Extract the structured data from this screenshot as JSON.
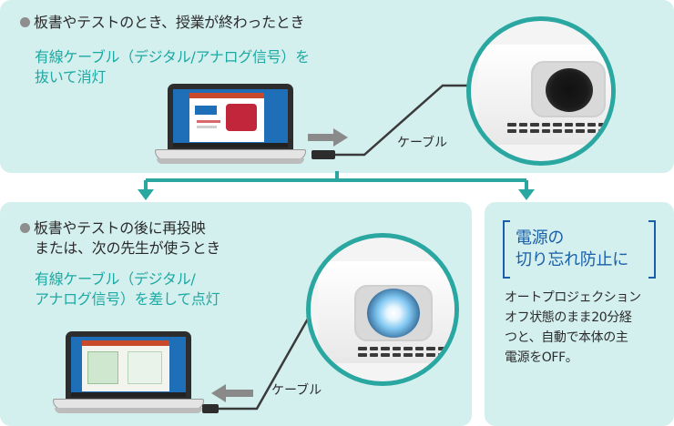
{
  "top": {
    "title": "板書やテストのとき、授業が終わったとき",
    "accent_line1": "有線ケーブル（デジタル/アナログ信号）を",
    "accent_line2": "抜いて消灯",
    "cable_label": "ケーブル",
    "lens_state": "off"
  },
  "bottom_left": {
    "title_line1": "板書やテストの後に再投映",
    "title_line2": "または、次の先生が使うとき",
    "accent_line1": "有線ケーブル（デジタル/",
    "accent_line2": "アナログ信号）を差して点灯",
    "cable_label": "ケーブル",
    "lens_state": "on"
  },
  "bottom_right": {
    "title_line1": "電源の",
    "title_line2": "切り忘れ防止に",
    "desc_line1": "オートプロジェクション",
    "desc_line2": "オフ状態のまま20分経",
    "desc_line3": "つと、自動で本体の主",
    "desc_line4": "電源をOFF。"
  },
  "colors": {
    "panel_bg": "#d3efee",
    "accent": "#1ea9a3",
    "arrow": "#2aa7a0",
    "title_blue": "#1a5fa8"
  }
}
